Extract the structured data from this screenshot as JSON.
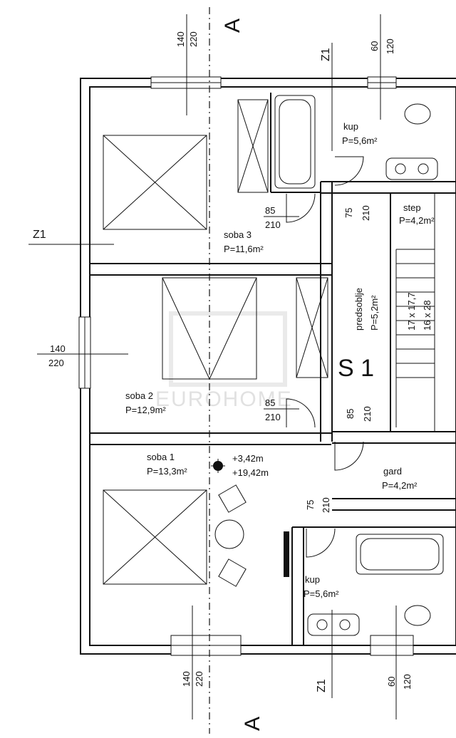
{
  "rooms": {
    "soba3": {
      "name": "soba 3",
      "area": "P=11,6m²"
    },
    "soba2": {
      "name": "soba 2",
      "area": "P=12,9m²"
    },
    "soba1": {
      "name": "soba 1",
      "area": "P=13,3m²"
    },
    "kup_top": {
      "name": "kup",
      "area": "P=5,6m²"
    },
    "kup_bottom": {
      "name": "kup",
      "area": "P=5,6m²"
    },
    "step": {
      "name": "step",
      "area": "P=4,2m²"
    },
    "predsoblje": {
      "name": "predsoblje",
      "area": "P=5,2m²"
    },
    "gard": {
      "name": "gard",
      "area": "P=4,2m²"
    }
  },
  "unit_label": "S 1",
  "section_marker": "A",
  "stair_labels": [
    "17 x 17,7",
    "16 x 28"
  ],
  "elevations": {
    "local": "+3,42m",
    "absolute": "+19,42m"
  },
  "dimensions": {
    "top_window": [
      "140",
      "220"
    ],
    "top_right_window": [
      "60",
      "120"
    ],
    "left_window": [
      "140",
      "220"
    ],
    "bottom_window": [
      "140",
      "220"
    ],
    "bottom_right_window": [
      "60",
      "120"
    ],
    "door_soba3": [
      "85",
      "210"
    ],
    "door_soba3_side": [
      "75",
      "210"
    ],
    "door_soba2": [
      "85",
      "210"
    ],
    "door_soba2_side": [
      "85",
      "210"
    ],
    "door_kup_bottom": [
      "75",
      "210"
    ]
  },
  "z_labels": {
    "top": "Z1",
    "left": "Z1",
    "bottom": "Z1"
  },
  "watermark": "EUROHOME"
}
